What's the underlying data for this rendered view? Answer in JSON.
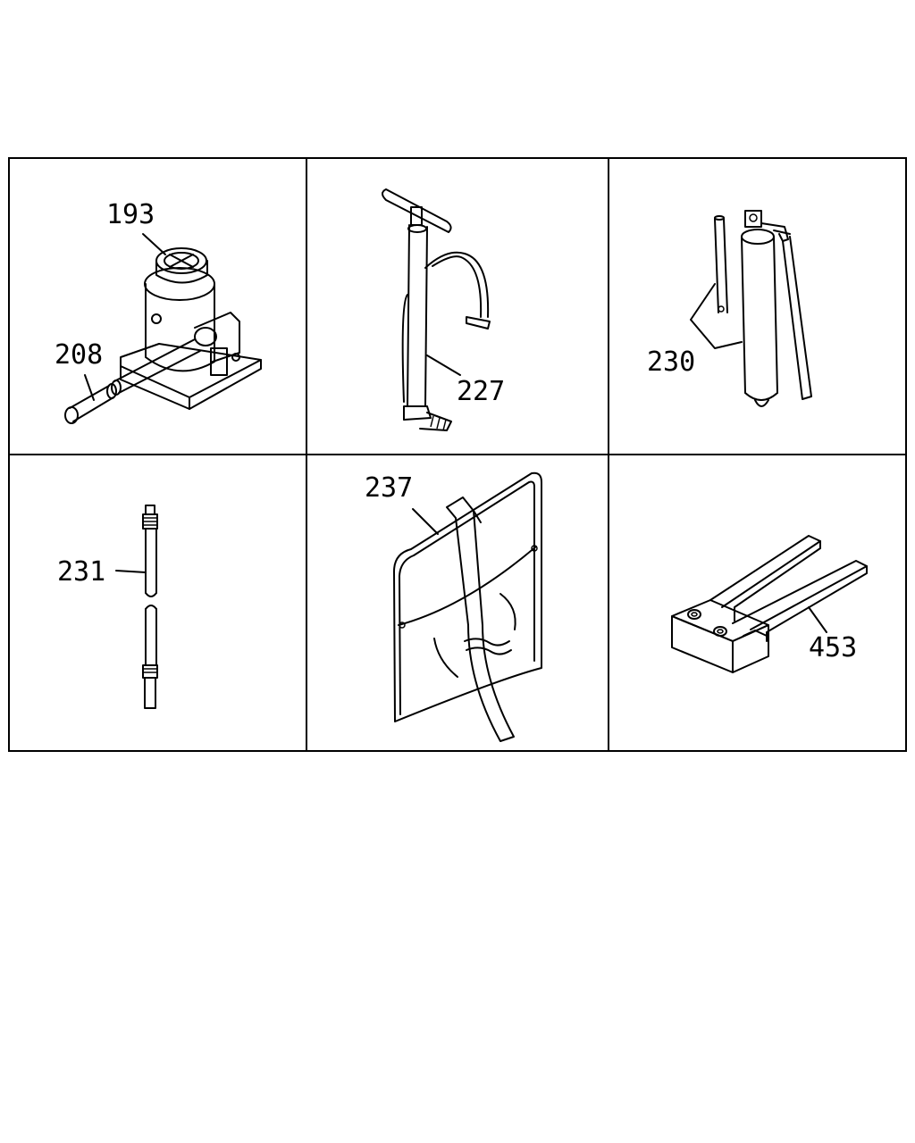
{
  "colors": {
    "ink": "#000000",
    "paper": "#ffffff"
  },
  "panels": [
    {
      "id": "jack",
      "callouts": [
        "193",
        "208"
      ]
    },
    {
      "id": "pump",
      "callouts": [
        "227"
      ]
    },
    {
      "id": "grease-gun",
      "callouts": [
        "230"
      ]
    },
    {
      "id": "hose",
      "callouts": [
        "231"
      ]
    },
    {
      "id": "tool-bag",
      "callouts": [
        "237"
      ]
    },
    {
      "id": "fork-tool",
      "callouts": [
        "453"
      ]
    }
  ]
}
